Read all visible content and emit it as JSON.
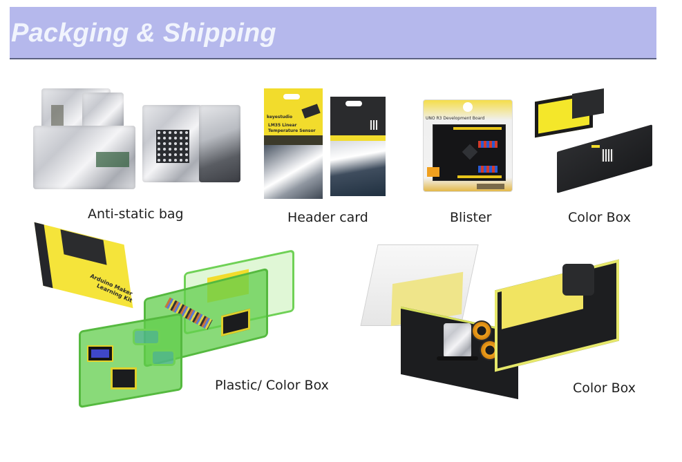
{
  "banner": {
    "title": "Packging & Shipping",
    "background_color": "#b5b8ec",
    "title_color": "#f1f4fd",
    "underline_color": "#5b6180"
  },
  "products": [
    {
      "id": "anti-static-bag",
      "caption": "Anti-static bag",
      "image_description": "Silver anti-static bags containing circuit boards and an LED dot matrix module"
    },
    {
      "id": "header-card",
      "caption": "Header card",
      "image_description": "Yellow keyestudio header card bag for LM35 Linear Temperature Sensor, front and back",
      "card_brand": "keyestudio",
      "card_product_line1": "LM35 Linear",
      "card_product_line2": "Temperature Sensor"
    },
    {
      "id": "blister",
      "caption": "Blister",
      "image_description": "Blister pack containing a black development board",
      "card_subtitle": "UNO R3 Development Board"
    },
    {
      "id": "color-box-small",
      "caption": "Color Box",
      "image_description": "Yellow module box with black hanging tab next to a black rectangular box with QR code"
    },
    {
      "id": "plastic-color-box",
      "caption": "Plastic/ Color Box",
      "image_description": "Arduino Maker Learning Kit yellow color box beside open green plastic storage cases full of modules and jumper wires",
      "box_label_line1": "Arduino Maker",
      "box_label_line2": "Learning Kit"
    },
    {
      "id": "color-box-large",
      "caption": "Color Box",
      "image_description": "Open black and yellow robot car kit box with wheels and cable, next to a closed Micro:bit smart robot car kit box"
    }
  ]
}
